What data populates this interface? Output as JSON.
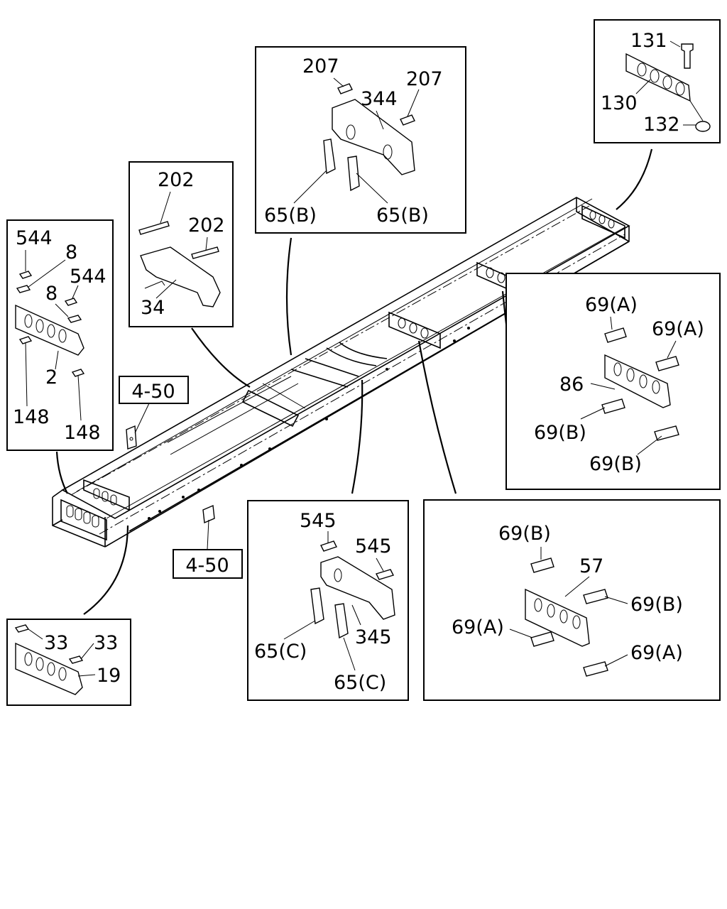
{
  "callouts": {
    "ref_left": "4-50",
    "ref_bottom": "4-50"
  },
  "detail_front_crossmember": {
    "labels": [
      "544",
      "8",
      "544",
      "8",
      "2",
      "148",
      "148"
    ]
  },
  "detail_second_crossmember": {
    "labels": [
      "202",
      "202",
      "34"
    ]
  },
  "detail_third_crossmember": {
    "labels": [
      "207",
      "207",
      "344",
      "65(B)",
      "65(B)"
    ]
  },
  "detail_rear_end": {
    "labels": [
      "131",
      "130",
      "132"
    ]
  },
  "detail_rear_crossmember": {
    "labels": [
      "69(A)",
      "69(A)",
      "86",
      "69(B)",
      "69(B)"
    ]
  },
  "detail_fourth_crossmember": {
    "labels": [
      "545",
      "545",
      "345",
      "65(C)",
      "65(C)"
    ]
  },
  "detail_fifth_crossmember": {
    "labels": [
      "69(B)",
      "57",
      "69(B)",
      "69(A)",
      "69(A)"
    ]
  },
  "detail_bumper_crossmember": {
    "labels": [
      "33",
      "33",
      "19"
    ]
  }
}
